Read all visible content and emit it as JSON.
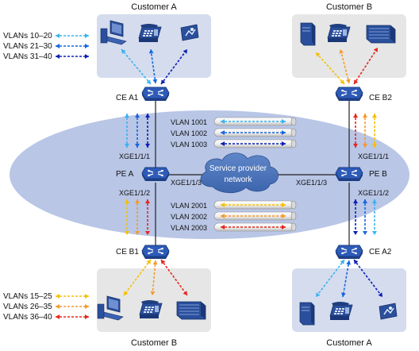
{
  "sites": {
    "customer_a_top": {
      "title": "Customer A"
    },
    "customer_b_top": {
      "title": "Customer B"
    },
    "customer_b_bottom": {
      "title": "Customer B"
    },
    "customer_a_bottom": {
      "title": "Customer A"
    }
  },
  "devices": {
    "ce_a1": "CE A1",
    "ce_b2": "CE B2",
    "pe_a": "PE A",
    "pe_b": "PE B",
    "ce_b1": "CE B1",
    "ce_a2": "CE A2"
  },
  "interfaces": {
    "pe_a_up": "XGE1/1/1",
    "pe_a_down": "XGE1/1/2",
    "pe_a_core": "XGE1/1/3",
    "pe_b_up": "XGE1/1/1",
    "pe_b_down": "XGE1/1/2",
    "pe_b_core": "XGE1/1/3"
  },
  "cloud": {
    "line1": "Service provider",
    "line2": "network"
  },
  "vlan_groups_customer_a": [
    {
      "label": "VLANs 10–20",
      "color": "#39b3f0"
    },
    {
      "label": "VLANs 21–30",
      "color": "#1565e0"
    },
    {
      "label": "VLANs 31–40",
      "color": "#0a1fb5"
    }
  ],
  "vlan_groups_customer_b": [
    {
      "label": "VLANs 15–25",
      "color": "#f5c000"
    },
    {
      "label": "VLANs 26–35",
      "color": "#f59a2a"
    },
    {
      "label": "VLANs 36–40",
      "color": "#e8251b"
    }
  ],
  "tunnels_customer_a": [
    {
      "label": "VLAN 1001",
      "color": "#39b3f0"
    },
    {
      "label": "VLAN 1002",
      "color": "#1565e0"
    },
    {
      "label": "VLAN 1003",
      "color": "#0a1fb5"
    }
  ],
  "tunnels_customer_b": [
    {
      "label": "VLAN 2001",
      "color": "#f5c000"
    },
    {
      "label": "VLAN 2002",
      "color": "#f59a2a"
    },
    {
      "label": "VLAN 2003",
      "color": "#e8251b"
    }
  ],
  "colors": {
    "site_box": "#d5dcee",
    "site_box_b": "#e6e6e6",
    "provider_ellipse": "#b9c6e6",
    "router_blue": "#2f5bb8",
    "link": "#222222"
  }
}
